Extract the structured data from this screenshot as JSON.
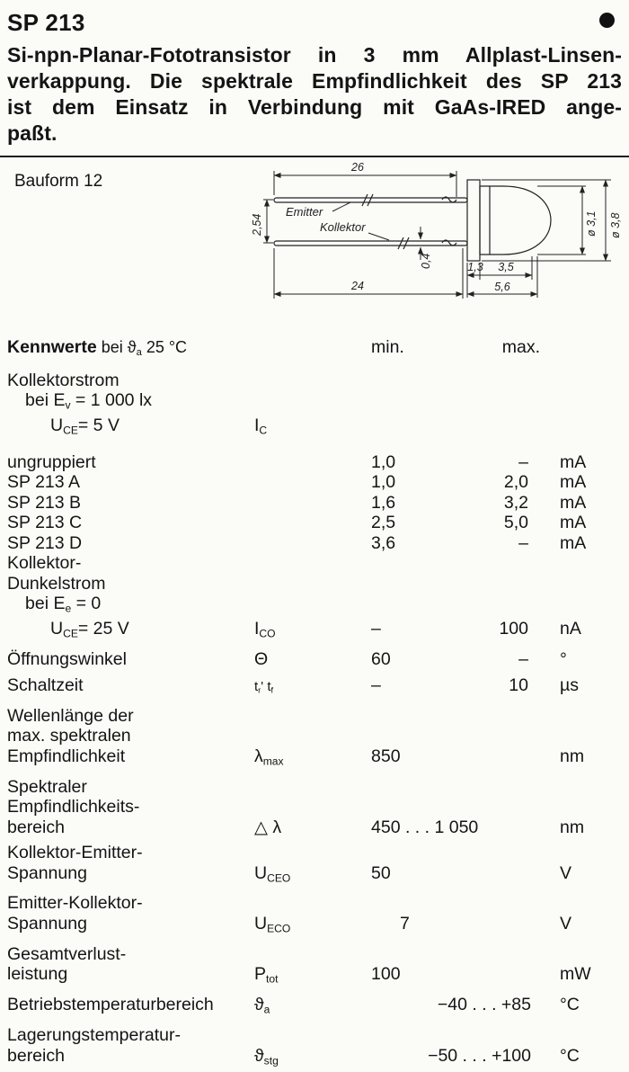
{
  "page": {
    "title": "SP 213",
    "intro_lines": [
      "Si-npn-Planar-Fototransistor in 3 mm Allplast-Linsen-",
      "verkappung. Die spektrale Empfindlichkeit des SP 213",
      "ist dem Einsatz in Verbindung mit GaAs-IRED ange-",
      "paßt."
    ]
  },
  "drawing": {
    "label": "Bauform 12",
    "dims": {
      "d26": "26",
      "d254": "2,54",
      "emitter": "Emitter",
      "kollektor": "Kollektor",
      "d04": "0,4",
      "d24": "24",
      "d13": "1,3",
      "d35": "3,5",
      "d56": "5,6",
      "dia1": "ø 3,1",
      "dia2": "ø 3,8"
    }
  },
  "table": {
    "header": {
      "title": "Kennwerte",
      "c1": "bei ϑ",
      "c1s": "a",
      "c2": " 25 °C",
      "min": "min.",
      "max": "max."
    }
  },
  "t": {
    "r1": {
      "label": "Kollektorstrom"
    },
    "r2": {
      "a": "bei E",
      "s": "v",
      "b": " = 1 000 lx"
    },
    "r3": {
      "a": "U",
      "s": "CE",
      "b": "= 5 V",
      "sym": "I",
      "syms": "C"
    },
    "r4": {
      "label": "ungruppiert",
      "min": "1,0",
      "max": "–",
      "unit": "mA"
    },
    "r5": {
      "label": "SP 213 A",
      "min": "1,0",
      "max": "2,0",
      "unit": "mA"
    },
    "r6": {
      "label": "SP 213 B",
      "min": "1,6",
      "max": "3,2",
      "unit": "mA"
    },
    "r7": {
      "label": "SP 213 C",
      "min": "2,5",
      "max": "5,0",
      "unit": "mA"
    },
    "r8": {
      "label": "SP 213 D",
      "min": "3,6",
      "max": "–",
      "unit": "mA"
    },
    "r9": {
      "l1": "Kollektor-",
      "l2": "Dunkelstrom"
    },
    "r10": {
      "a": "bei E",
      "s": "e",
      "b": " = 0"
    },
    "r11": {
      "a": "U",
      "s": "CE",
      "b": "= 25 V",
      "sym": "I",
      "syms": "CO",
      "min": "–",
      "max": "100",
      "unit": "nA"
    },
    "r12": {
      "label": "Öffnungswinkel",
      "sym": "Θ",
      "min": "60",
      "max": "–",
      "unit": "°"
    },
    "r13": {
      "label": "Schaltzeit",
      "m1": "t",
      "s1": "r",
      "mid": "' ",
      "m2": "t",
      "s2": "f",
      "min": "–",
      "max": "10",
      "unit": "µs"
    },
    "r14": {
      "l1": "Wellenlänge der",
      "l2": "max. spektralen",
      "l3": "Empfindlichkeit",
      "sym": "λ",
      "syms": "max",
      "val": "850",
      "unit": "nm"
    },
    "r15": {
      "l1": "Spektraler",
      "l2": "Empfindlichkeits-",
      "l3": "bereich",
      "sym": "△ λ",
      "val": "450 . . . 1 050",
      "unit": "nm"
    },
    "r16": {
      "l1": "Kollektor-Emitter-",
      "l2": "Spannung",
      "sym": "U",
      "syms": "CEO",
      "val": "50",
      "unit": "V"
    },
    "r17": {
      "l1": "Emitter-Kollektor-",
      "l2": "Spannung",
      "sym": "U",
      "syms": "ECO",
      "val": "7",
      "unit": "V"
    },
    "r18": {
      "l1": "Gesamtverlust-",
      "l2": "leistung",
      "sym": "P",
      "syms": "tot",
      "val": "100",
      "unit": "mW"
    },
    "r19": {
      "label": "Betriebstemperaturbereich",
      "sym": "ϑ",
      "syms": "a",
      "val": "−40 . . . +85",
      "unit": "°C"
    },
    "r20": {
      "l1": "Lagerungstemperatur-",
      "l2": "bereich",
      "sym": "ϑ",
      "syms": "stg",
      "val": "−50 . . . +100",
      "unit": "°C"
    }
  }
}
